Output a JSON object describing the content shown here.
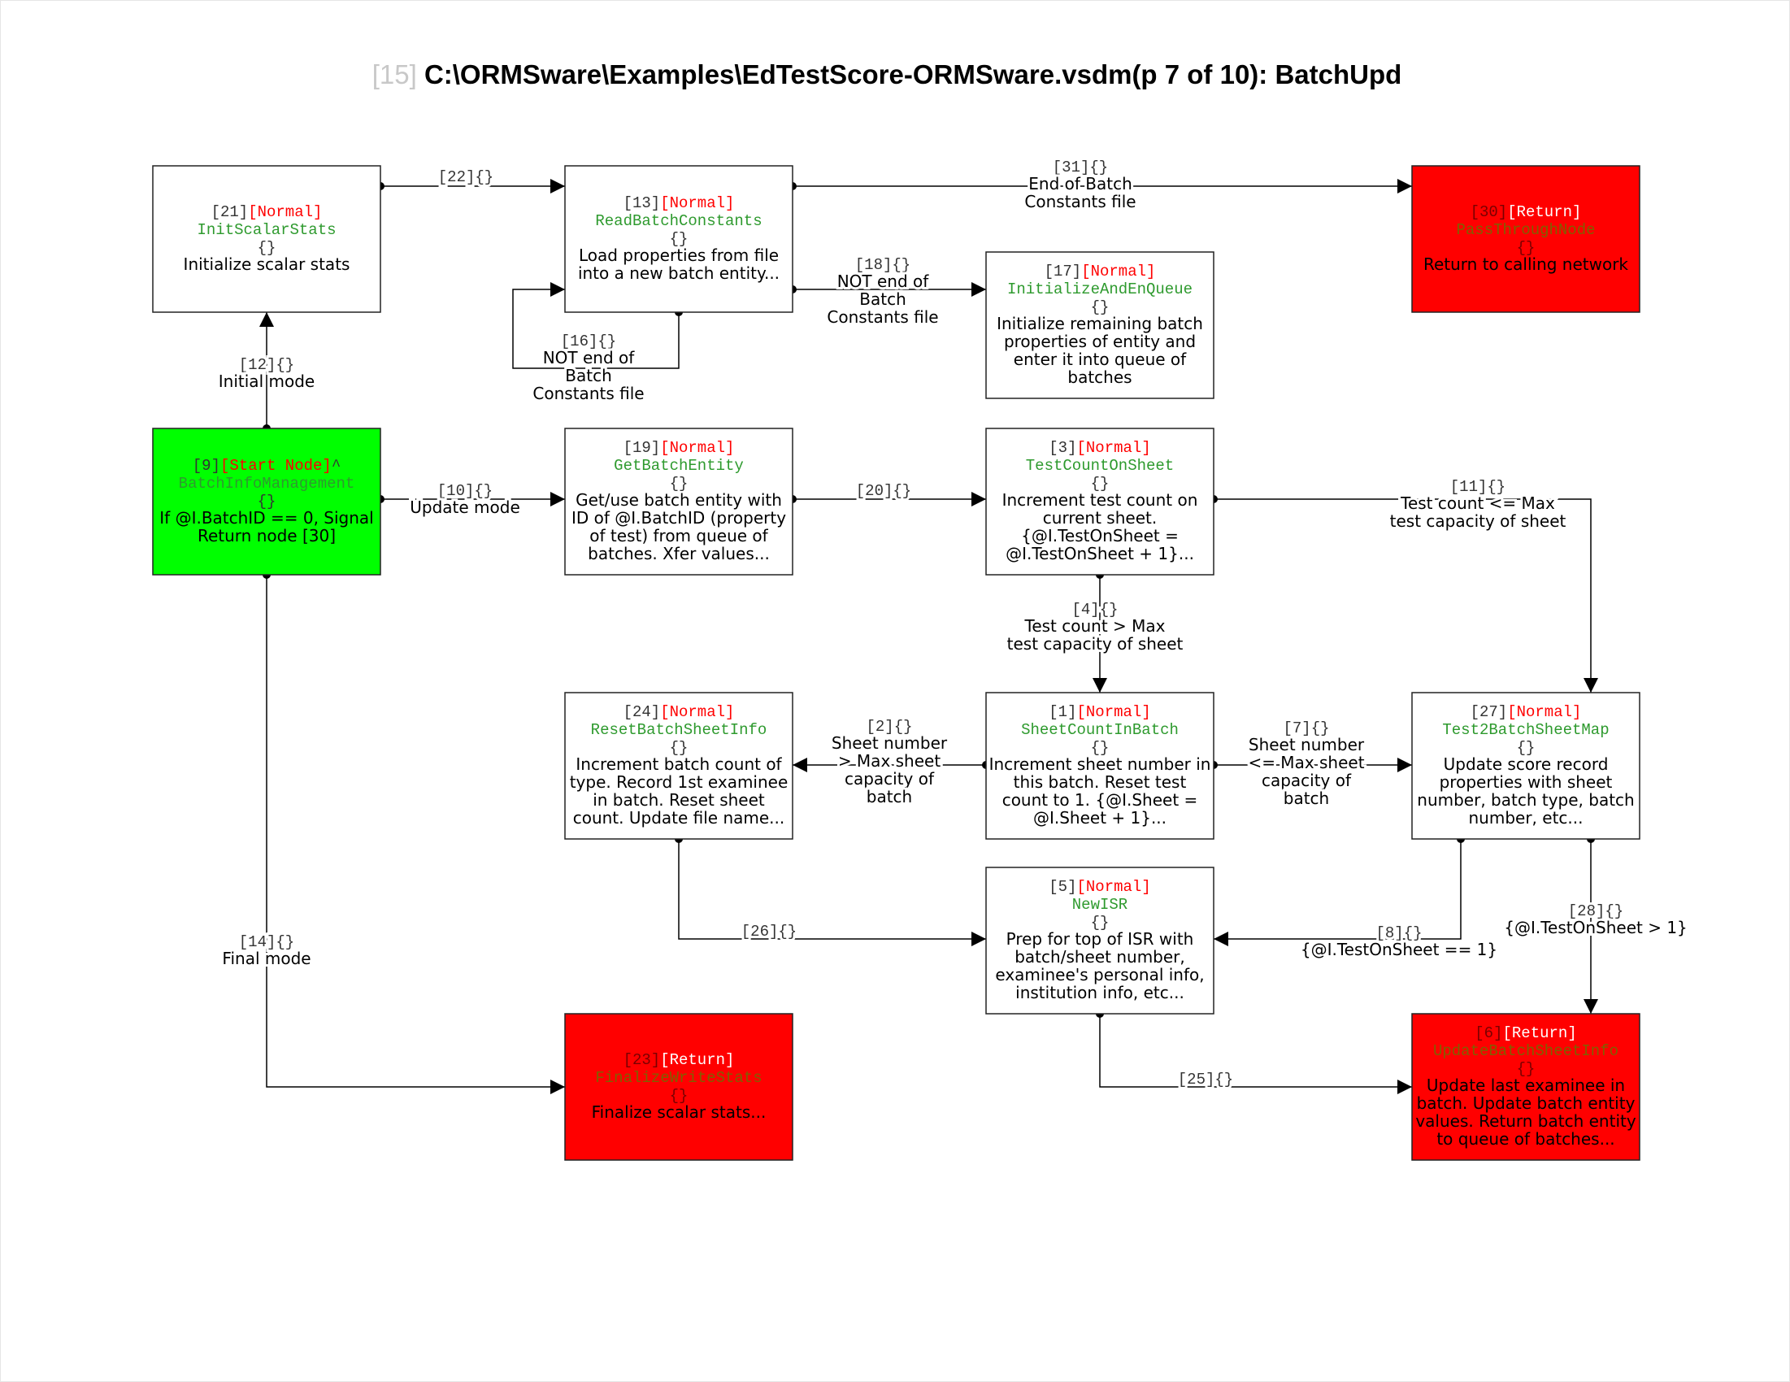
{
  "title": {
    "page_ref": "[15]",
    "text": "C:\\ORMSware\\Examples\\EdTestScore-ORMSware.vsdm(p 7 of 10): BatchUpd"
  },
  "colors": {
    "start_fill": "#00ff00",
    "return_fill": "#ff0000",
    "normal_fill": "#ffffff",
    "type_red": "#ff0000",
    "name_green": "#2e9a2e",
    "name_olive": "#806000",
    "id_gray": "#333333",
    "edge": "#000000"
  },
  "nodes": [
    {
      "key": "n21",
      "id": "[21]",
      "type": "[Normal]",
      "suffix": "",
      "name": "InitScalarStats",
      "braces": "{}",
      "desc": [
        "Initialize scalar stats"
      ]
    },
    {
      "key": "n13",
      "id": "[13]",
      "type": "[Normal]",
      "suffix": "",
      "name": "ReadBatchConstants",
      "braces": "{}",
      "desc": [
        "Load properties from file",
        "into a new batch entity..."
      ]
    },
    {
      "key": "n30",
      "id": "[30]",
      "type": "[Return]",
      "suffix": "",
      "name": "PassThroughNode",
      "braces": "{}",
      "desc": [
        "Return to calling network"
      ]
    },
    {
      "key": "n17",
      "id": "[17]",
      "type": "[Normal]",
      "suffix": "",
      "name": "InitializeAndEnQueue",
      "braces": "{}",
      "desc": [
        "Initialize remaining batch",
        "properties of entity and",
        "enter it into queue of",
        "batches"
      ]
    },
    {
      "key": "n9",
      "id": "[9]",
      "type": "[Start Node]",
      "suffix": "^",
      "name": "BatchInfoManagement",
      "braces": "{}",
      "desc": [
        "If @I.BatchID == 0, Signal",
        "Return node [30]"
      ]
    },
    {
      "key": "n19",
      "id": "[19]",
      "type": "[Normal]",
      "suffix": "",
      "name": "GetBatchEntity",
      "braces": "{}",
      "desc": [
        "Get/use batch entity with",
        "ID of @I.BatchID (property",
        "of test) from queue of",
        "batches. Xfer values..."
      ]
    },
    {
      "key": "n3",
      "id": "[3]",
      "type": "[Normal]",
      "suffix": "",
      "name": "TestCountOnSheet",
      "braces": "{}",
      "desc": [
        "Increment test count on",
        "current sheet.",
        "{@I.TestOnSheet =",
        "@I.TestOnSheet + 1}..."
      ]
    },
    {
      "key": "n24",
      "id": "[24]",
      "type": "[Normal]",
      "suffix": "",
      "name": "ResetBatchSheetInfo",
      "braces": "{}",
      "desc": [
        "Increment batch count of",
        "type. Record 1st examinee",
        "in batch. Reset sheet",
        "count. Update file name..."
      ]
    },
    {
      "key": "n1",
      "id": "[1]",
      "type": "[Normal]",
      "suffix": "",
      "name": "SheetCountInBatch",
      "braces": "{}",
      "desc": [
        "Increment sheet number in",
        "this batch. Reset test",
        "count to 1. {@I.Sheet =",
        "@I.Sheet + 1}..."
      ]
    },
    {
      "key": "n27",
      "id": "[27]",
      "type": "[Normal]",
      "suffix": "",
      "name": "Test2BatchSheetMap",
      "braces": "{}",
      "desc": [
        "Update score record",
        "properties with sheet",
        "number, batch type, batch",
        "number, etc..."
      ]
    },
    {
      "key": "n5",
      "id": "[5]",
      "type": "[Normal]",
      "suffix": "",
      "name": "NewISR",
      "braces": "{}",
      "desc": [
        "Prep for top of ISR with",
        "batch/sheet number,",
        "examinee's personal info,",
        "institution info, etc..."
      ]
    },
    {
      "key": "n23",
      "id": "[23]",
      "type": "[Return]",
      "suffix": "",
      "name": "FinalizeWriteStats",
      "braces": "{}",
      "desc": [
        "Finalize scalar stats..."
      ]
    },
    {
      "key": "n6",
      "id": "[6]",
      "type": "[Return]",
      "suffix": "",
      "name": "UpdateBatchSheetInfo",
      "braces": "{}",
      "desc": [
        "Update last examinee in",
        "batch. Update batch entity",
        "values. Return batch entity",
        "to queue of batches..."
      ]
    }
  ],
  "edges": [
    {
      "key": "e22",
      "id": "[22]",
      "braces": "{}",
      "label": []
    },
    {
      "key": "e31",
      "id": "[31]",
      "braces": "{}",
      "label": [
        "End of Batch",
        "Constants file"
      ]
    },
    {
      "key": "e18",
      "id": "[18]",
      "braces": "{}",
      "label": [
        "NOT end of",
        "Batch",
        "Constants file"
      ]
    },
    {
      "key": "e16",
      "id": "[16]",
      "braces": "{}",
      "label": [
        "NOT end of",
        "Batch",
        "Constants file"
      ]
    },
    {
      "key": "e12",
      "id": "[12]",
      "braces": "{}",
      "label": [
        "Initial mode"
      ]
    },
    {
      "key": "e10",
      "id": "[10]",
      "braces": "{}",
      "label": [
        "Update mode"
      ]
    },
    {
      "key": "e20",
      "id": "[20]",
      "braces": "{}",
      "label": []
    },
    {
      "key": "e11",
      "id": "[11]",
      "braces": "{}",
      "label": [
        "Test count <= Max",
        "test capacity of sheet"
      ]
    },
    {
      "key": "e4",
      "id": "[4]",
      "braces": "{}",
      "label": [
        "Test count > Max",
        "test capacity of sheet"
      ]
    },
    {
      "key": "e2",
      "id": "[2]",
      "braces": "{}",
      "label": [
        "Sheet number",
        "> Max sheet",
        "capacity of",
        "batch"
      ]
    },
    {
      "key": "e7",
      "id": "[7]",
      "braces": "{}",
      "label": [
        "Sheet number",
        "<= Max sheet",
        "capacity of",
        "batch"
      ]
    },
    {
      "key": "e26",
      "id": "[26]",
      "braces": "{}",
      "label": []
    },
    {
      "key": "e8",
      "id": "[8]",
      "braces": "{}",
      "label": [
        "{@I.TestOnSheet == 1}"
      ]
    },
    {
      "key": "e28",
      "id": "[28]",
      "braces": "{}",
      "label": [
        "{@I.TestOnSheet > 1}"
      ]
    },
    {
      "key": "e14",
      "id": "[14]",
      "braces": "{}",
      "label": [
        "Final mode"
      ]
    },
    {
      "key": "e25",
      "id": "[25]",
      "braces": "{}",
      "label": []
    }
  ]
}
